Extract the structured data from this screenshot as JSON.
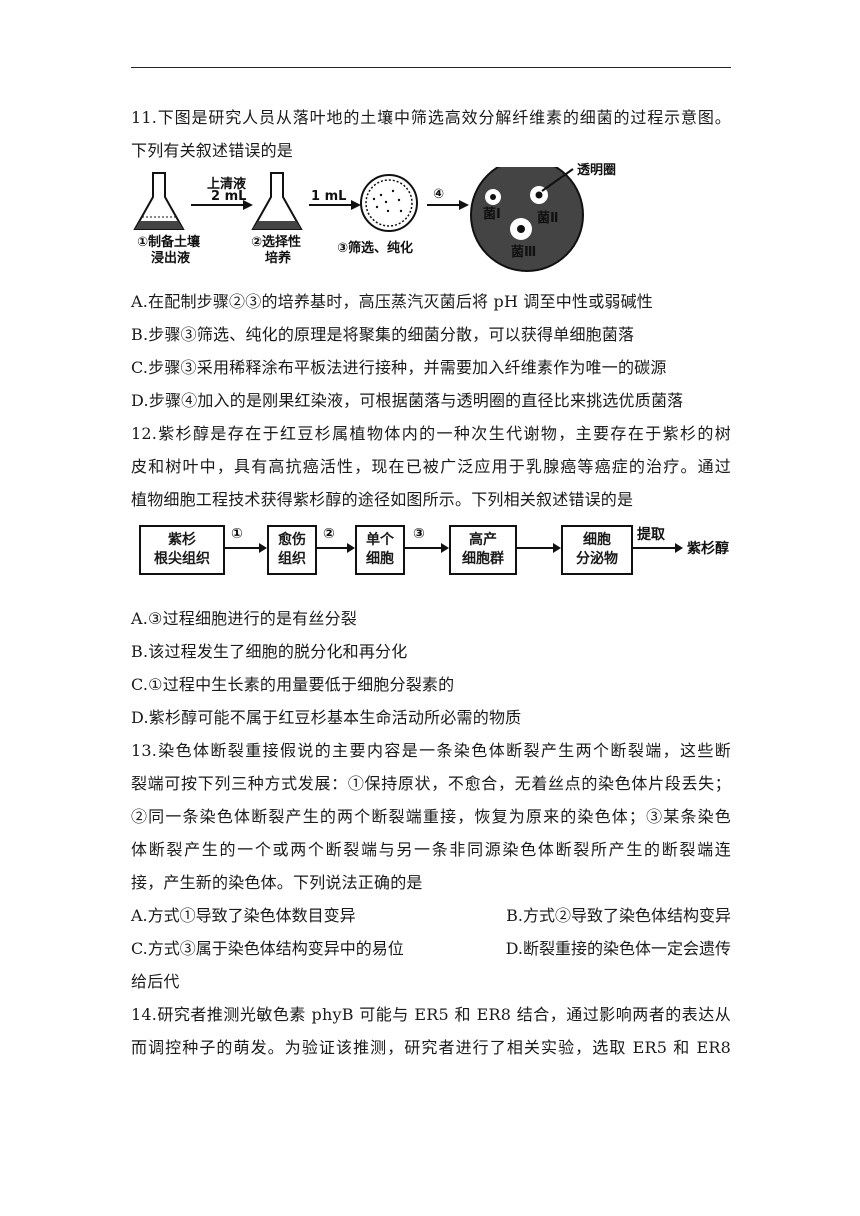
{
  "q11": {
    "stem": [
      "11.下图是研究人员从落叶地的土壤中筛选高效分解纤维素的细菌的过程示意图。",
      "下列有关叙述错误的是"
    ],
    "figure": {
      "supernatant": "上清液",
      "vol1": "2 mL",
      "vol2": "1 mL",
      "step4": "④",
      "ring": "透明圈",
      "step1a": "①制备土壤",
      "step1b": "浸出液",
      "step2a": "②选择性",
      "step2b": "培养",
      "step3": "③筛选、纯化",
      "colony1": "菌Ⅰ",
      "colony2": "菌Ⅱ",
      "colony3": "菌Ⅲ"
    },
    "options": [
      "A.在配制步骤②③的培养基时，高压蒸汽灭菌后将 pH 调至中性或弱碱性",
      "B.步骤③筛选、纯化的原理是将聚集的细菌分散，可以获得单细胞菌落",
      "C.步骤③采用稀释涂布平板法进行接种，并需要加入纤维素作为唯一的碳源",
      "D.步骤④加入的是刚果红染液，可根据菌落与透明圈的直径比来挑选优质菌落"
    ]
  },
  "q12": {
    "stem": [
      "12.紫杉醇是存在于红豆杉属植物体内的一种次生代谢物，主要存在于紫杉的树",
      "皮和树叶中，具有高抗癌活性，现在已被广泛应用于乳腺癌等癌症的治疗。通过",
      "植物细胞工程技术获得紫杉醇的途径如图所示。下列相关叙述错误的是"
    ],
    "flow": {
      "box1": [
        "紫杉",
        "根尖组织"
      ],
      "box2": [
        "愈伤",
        "组织"
      ],
      "box3": [
        "单个",
        "细胞"
      ],
      "box4": [
        "高产",
        "细胞群"
      ],
      "box5": [
        "细胞",
        "分泌物"
      ],
      "s1": "①",
      "s2": "②",
      "s3": "③",
      "extract": "提取",
      "product": "紫杉醇"
    },
    "options": [
      "A.③过程细胞进行的是有丝分裂",
      "B.该过程发生了细胞的脱分化和再分化",
      "C.①过程中生长素的用量要低于细胞分裂素的",
      "D.紫杉醇可能不属于红豆杉基本生命活动所必需的物质"
    ]
  },
  "q13": {
    "stem": [
      "13.染色体断裂重接假说的主要内容是一条染色体断裂产生两个断裂端，这些断",
      "裂端可按下列三种方式发展：①保持原状，不愈合，无着丝点的染色体片段丢失；",
      "②同一条染色体断裂产生的两个断裂端重接，恢复为原来的染色体；③某条染色",
      "体断裂产生的一个或两个断裂端与另一条非同源染色体断裂所产生的断裂端连",
      "接，产生新的染色体。下列说法正确的是"
    ],
    "optA": "A.方式①导致了染色体数目变异",
    "optB": "B.方式②导致了染色体结构变异",
    "optC": "C.方式③属于染色体结构变异中的易位",
    "optD": "D.断裂重接的染色体一定会遗传",
    "optD_cont": "给后代"
  },
  "q14": {
    "stem": [
      "14.研究者推测光敏色素 phyB 可能与 ER5 和 ER8 结合，通过影响两者的表达从",
      "而调控种子的萌发。为验证该推测，研究者进行了相关实验，选取 ER5 和 ER8"
    ]
  }
}
